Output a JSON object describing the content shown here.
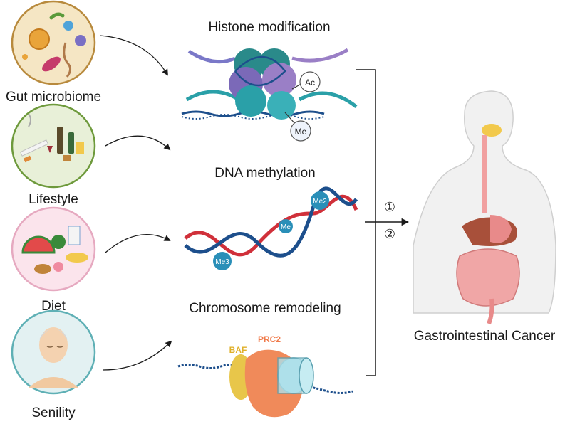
{
  "factors": [
    {
      "label": "Gut microbiome"
    },
    {
      "label": "Lifestyle"
    },
    {
      "label": "Diet"
    },
    {
      "label": "Senility"
    }
  ],
  "mechanisms": [
    {
      "label": "Histone modification",
      "tags": [
        "Ac",
        "Me"
      ]
    },
    {
      "label": "DNA methylation",
      "tags": [
        "Me2",
        "Me",
        "Me3"
      ]
    },
    {
      "label": "Chromosome remodeling",
      "tags": [
        "BAF",
        "PRC2"
      ]
    }
  ],
  "pathway_markers": [
    "①",
    "②"
  ],
  "outcome": {
    "label": "Gastrointestinal Cancer"
  },
  "colors": {
    "dna_red": "#d0303a",
    "dna_blue": "#1d4f8c",
    "histone_teal": "#2aa0a8",
    "histone_purple": "#9a7fc6",
    "baf_yellow": "#e8c64a",
    "prc2_orange": "#f08a5a",
    "ring_brown": "#b88a3d",
    "ring_green": "#6e9a3c",
    "ring_pink": "#e6a9c0",
    "ring_teal": "#5fb0b5"
  }
}
